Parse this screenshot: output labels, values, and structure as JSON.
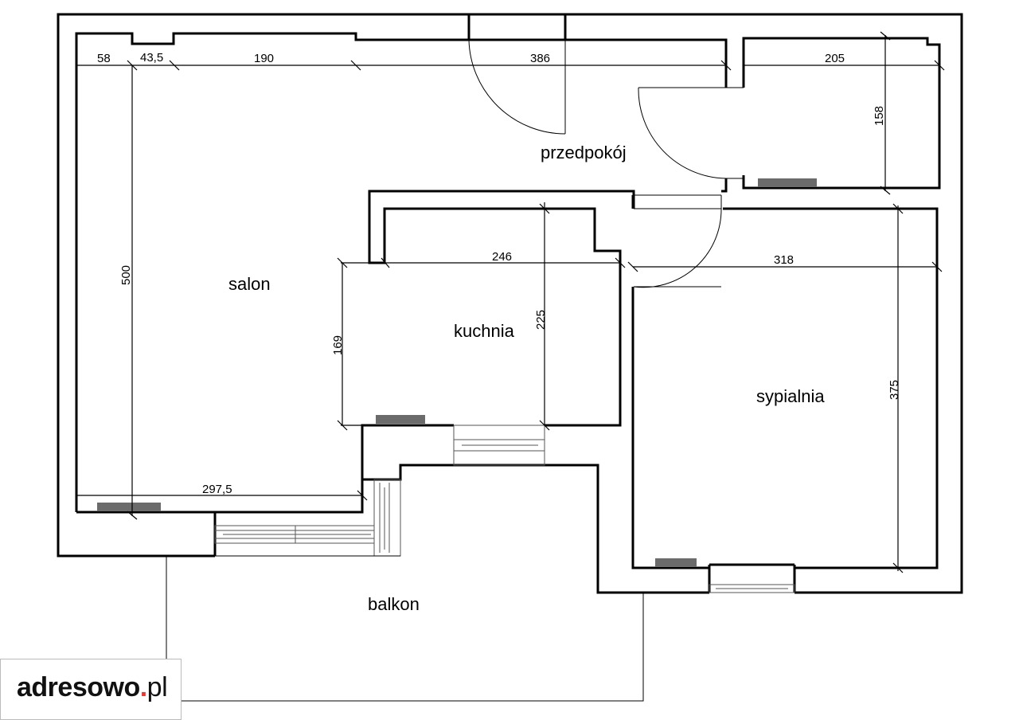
{
  "rooms": {
    "salon": "salon",
    "kuchnia": "kuchnia",
    "przedpokoj": "przedpokój",
    "sypialnia": "sypialnia",
    "balkon": "balkon"
  },
  "dimensions": {
    "salon_top_a": "58",
    "salon_top_b": "43,5",
    "salon_top_c": "190",
    "hall_top": "386",
    "bath_width": "205",
    "bath_height": "158",
    "salon_height": "500",
    "kitchen_width": "246",
    "kitchen_inner_height": "169",
    "kitchen_height": "225",
    "bedroom_width": "318",
    "bedroom_height": "375",
    "salon_bottom": "297,5"
  },
  "logo": {
    "name": "adresowo",
    "dot": ".",
    "tld": "pl"
  },
  "colors": {
    "wall": "#000000",
    "radiator": "#6b6b6b",
    "logo_dot": "#e53935"
  }
}
